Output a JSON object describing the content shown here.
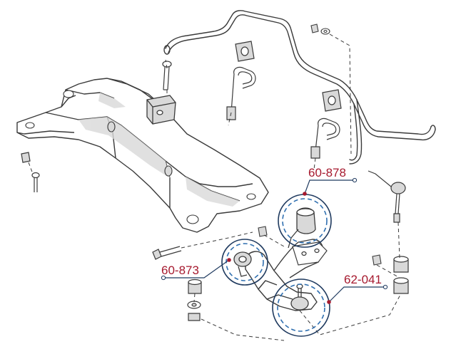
{
  "callouts": [
    {
      "id": "callout-1",
      "label": "60-878"
    },
    {
      "id": "callout-2",
      "label": "60-873"
    },
    {
      "id": "callout-3",
      "label": "62-041"
    }
  ],
  "colors": {
    "label": "#a6192e",
    "leader": "#1f3a5f",
    "circle": "#1f3a5f",
    "circle_dash": "#2f6fb0",
    "line_art": "#3a3a3a",
    "shade": "#d9d9d9"
  }
}
